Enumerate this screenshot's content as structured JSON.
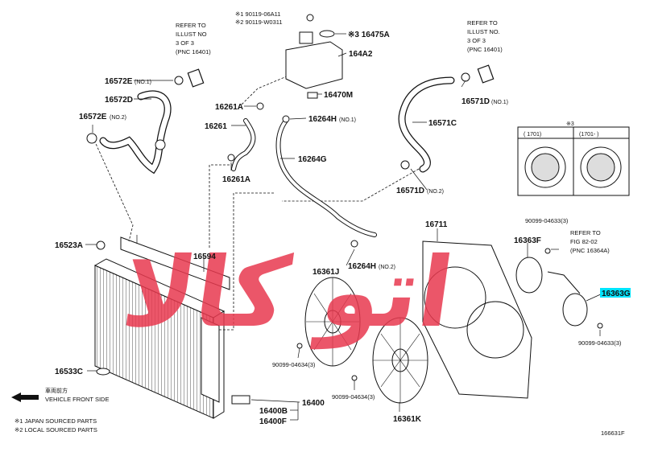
{
  "refs": {
    "left": [
      "REFER TO",
      "ILLUST NO",
      "3 OF 3",
      "(PNC 16401)"
    ],
    "right": [
      "REFER TO",
      "ILLUST NO.",
      "3 OF 3",
      "(PNC 16401)"
    ],
    "fig": [
      "REFER TO",
      "FIG 82-02",
      "(PNC 16364A)"
    ]
  },
  "cap_notes": [
    "※1 90119-06A11",
    "※2 90119-W0311"
  ],
  "parts": {
    "p16475A": "※3 16475A",
    "p164A2": "164A2",
    "p16470M": "16470M",
    "p16572E_1": "16572E",
    "p16572E_1_note": "(NO.1)",
    "p16572D": "16572D",
    "p16572E_2": "16572E",
    "p16572E_2_note": "(NO.2)",
    "p16261A_top": "16261A",
    "p16261": "16261",
    "p16261A_bot": "16261A",
    "p16264H_1": "16264H",
    "p16264H_1_note": "(NO.1)",
    "p16264G": "16264G",
    "p16571D_1": "16571D",
    "p16571D_1_note": "(NO.1)",
    "p16571C": "16571C",
    "p16571D_2": "16571D",
    "p16571D_2_note": "(NO.2)",
    "p16523A": "16523A",
    "p16594": "16594",
    "p16264H_2": "16264H",
    "p16264H_2_note": "(NO.2)",
    "p16361J": "16361J",
    "p16711": "16711",
    "p90099_top": "90099-04633(3)",
    "p16363F": "16363F",
    "p16363G": "16363G",
    "p90099_right": "90099-04633(3)",
    "p90099_fanL": "90099-04634(3)",
    "p90099_fanR": "90099-04634(3)",
    "p16533C": "16533C",
    "p16400": "16400",
    "p16400B": "16400B",
    "p16400F": "16400F",
    "p16361K": "16361K"
  },
  "inset": {
    "mark": "※3",
    "left_label": "(        1701)",
    "right_label": "(1701-        )"
  },
  "direction": {
    "jp": "車両前方",
    "en": "VEHICLE FRONT SIDE"
  },
  "footnotes": [
    "※1 JAPAN SOURCED PARTS",
    "※2 LOCAL SOURCED PARTS"
  ],
  "fig_code": "166631F",
  "watermark": "اتو کالا",
  "colors": {
    "highlight": "#00e5ff",
    "watermark": "#e8394f",
    "ink": "#111111"
  }
}
